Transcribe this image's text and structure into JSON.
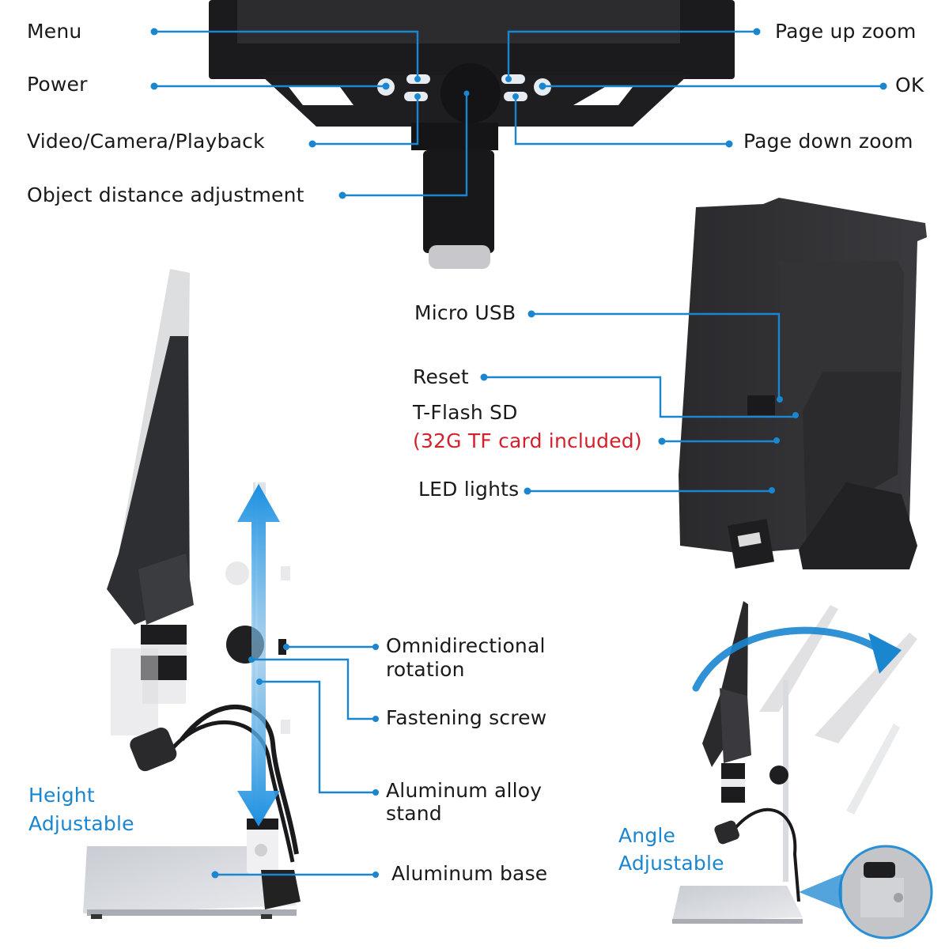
{
  "accent_color": "#1a86d0",
  "highlight_color": "#d4202a",
  "front_panel": {
    "labels_left": [
      "Menu",
      "Power",
      "Video/Camera/Playback",
      "Object distance adjustment"
    ],
    "labels_right": [
      "Page up zoom",
      "OK",
      "Page down zoom"
    ]
  },
  "back_panel": {
    "micro_usb": "Micro USB",
    "reset": "Reset",
    "tf_slot": "T-Flash SD",
    "tf_note": "(32G TF card included)",
    "led": "LED lights"
  },
  "stand": {
    "rotation_line1": "Omnidirectional",
    "rotation_line2": "rotation",
    "screw": "Fastening screw",
    "alloy_line1": "Aluminum alloy",
    "alloy_line2": "stand",
    "base": "Aluminum base"
  },
  "features": {
    "height_line1": "Height",
    "height_line2": "Adjustable",
    "angle_line1": "Angle",
    "angle_line2": "Adjustable"
  }
}
